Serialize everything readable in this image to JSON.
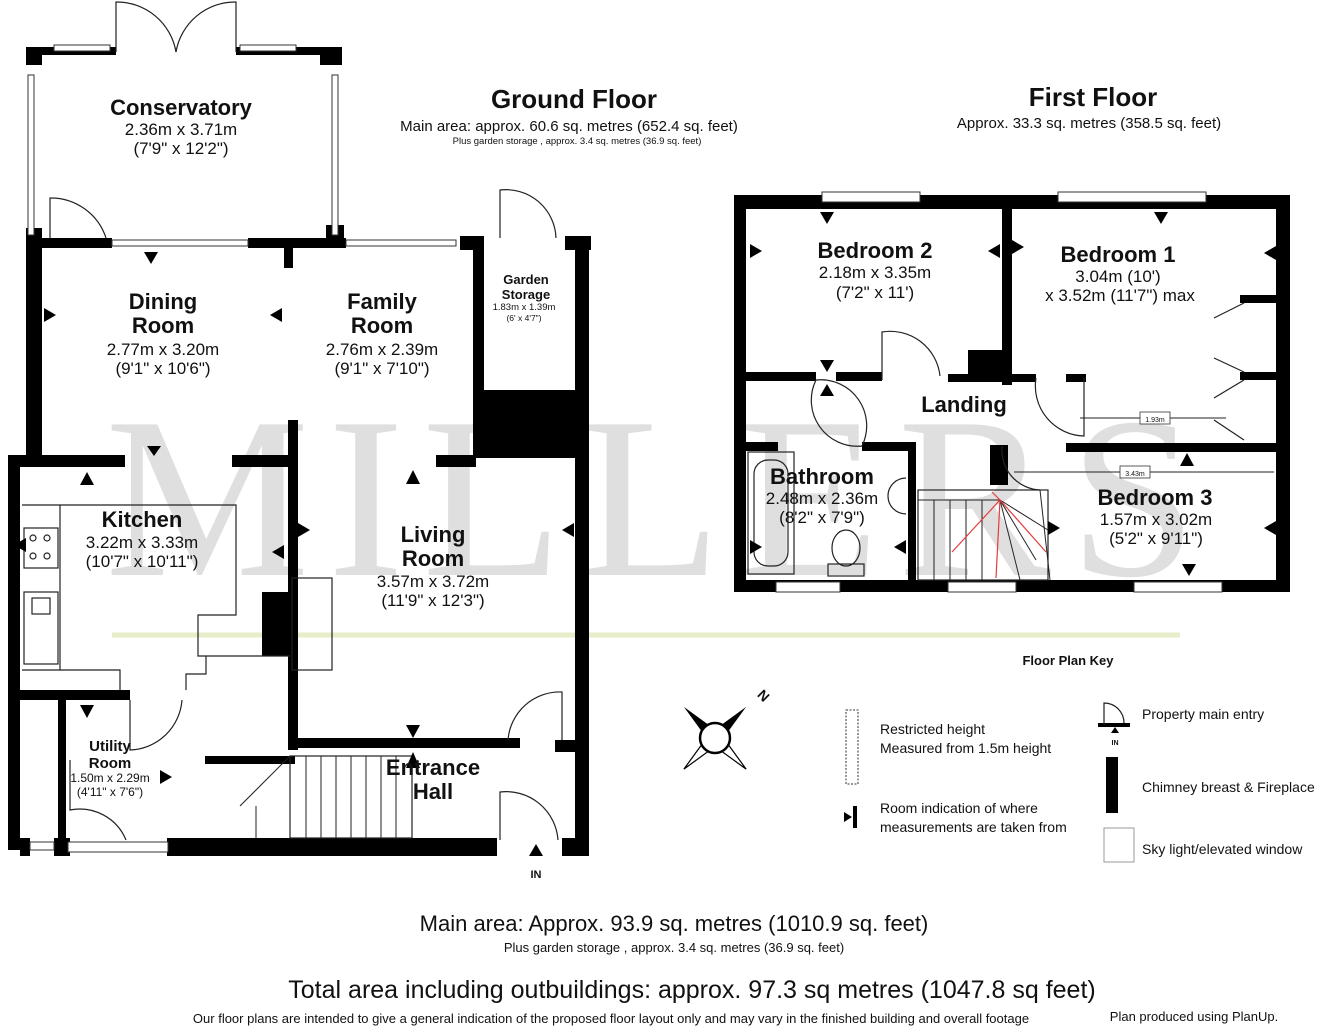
{
  "watermark": "MILLERS",
  "ground_floor": {
    "title": "Ground Floor",
    "main_area": "Main area: approx. 60.6 sq. metres (652.4 sq. feet)",
    "storage_note": "Plus garden storage , approx. 3.4 sq. metres (36.9 sq. feet)",
    "rooms": {
      "conservatory": {
        "name": "Conservatory",
        "dim_m": "2.36m x 3.71m",
        "dim_ft": "(7'9\" x 12'2\")"
      },
      "dining": {
        "name1": "Dining",
        "name2": "Room",
        "dim_m": "2.77m x 3.20m",
        "dim_ft": "(9'1\" x 10'6\")"
      },
      "family": {
        "name1": "Family",
        "name2": "Room",
        "dim_m": "2.76m x 2.39m",
        "dim_ft": "(9'1\" x 7'10\")"
      },
      "garden_storage": {
        "name1": "Garden",
        "name2": "Storage",
        "dim_m": "1.83m x 1.39m",
        "dim_ft": "(6' x 4'7\")"
      },
      "kitchen": {
        "name": "Kitchen",
        "dim_m": "3.22m x 3.33m",
        "dim_ft": "(10'7\" x 10'11\")"
      },
      "living": {
        "name1": "Living",
        "name2": "Room",
        "dim_m": "3.57m x 3.72m",
        "dim_ft": "(11'9\" x 12'3\")"
      },
      "utility": {
        "name1": "Utility",
        "name2": "Room",
        "dim_m": "1.50m x 2.29m",
        "dim_ft": "(4'11\" x 7'6\")"
      },
      "entrance": {
        "name1": "Entrance",
        "name2": "Hall"
      }
    },
    "entry_label": "IN"
  },
  "first_floor": {
    "title": "First Floor",
    "area": "Approx. 33.3 sq. metres (358.5 sq. feet)",
    "rooms": {
      "bedroom2": {
        "name": "Bedroom 2",
        "dim_m": "2.18m x 3.35m",
        "dim_ft": "(7'2\" x 11')"
      },
      "bedroom1": {
        "name": "Bedroom 1",
        "dim_m": "3.04m (10')",
        "dim_ft": "x 3.52m (11'7\") max"
      },
      "landing": {
        "name": "Landing"
      },
      "bathroom": {
        "name": "Bathroom",
        "dim_m": "2.48m x 2.36m",
        "dim_ft": "(8'2\" x 7'9\")"
      },
      "bedroom3": {
        "name": "Bedroom 3",
        "dim_m": "1.57m x 3.02m",
        "dim_ft": "(5'2\" x 9'11\")"
      }
    },
    "restricted_1": "1.93m",
    "restricted_2": "3.43m"
  },
  "compass_label": "N",
  "key": {
    "title": "Floor Plan Key",
    "restricted_1": "Restricted height",
    "restricted_2": "Measured from 1.5m height",
    "indication_1": "Room indication of where",
    "indication_2": "measurements are taken from",
    "main_entry": "Property main entry",
    "main_entry_in": "IN",
    "chimney": "Chimney breast & Fireplace",
    "skylight": "Sky light/elevated window"
  },
  "footer": {
    "main_area": "Main area: Approx. 93.9 sq. metres (1010.9 sq. feet)",
    "storage": "Plus garden storage , approx. 3.4 sq. metres (36.9 sq. feet)",
    "total": "Total area including  outbuildings: approx. 97.3 sq metres (1047.8 sq feet)",
    "disclaimer": "Our floor plans are intended to give a general indication of the proposed floor layout only and may vary  in the finished building and overall footage",
    "credit": "Plan produced using PlanUp."
  }
}
